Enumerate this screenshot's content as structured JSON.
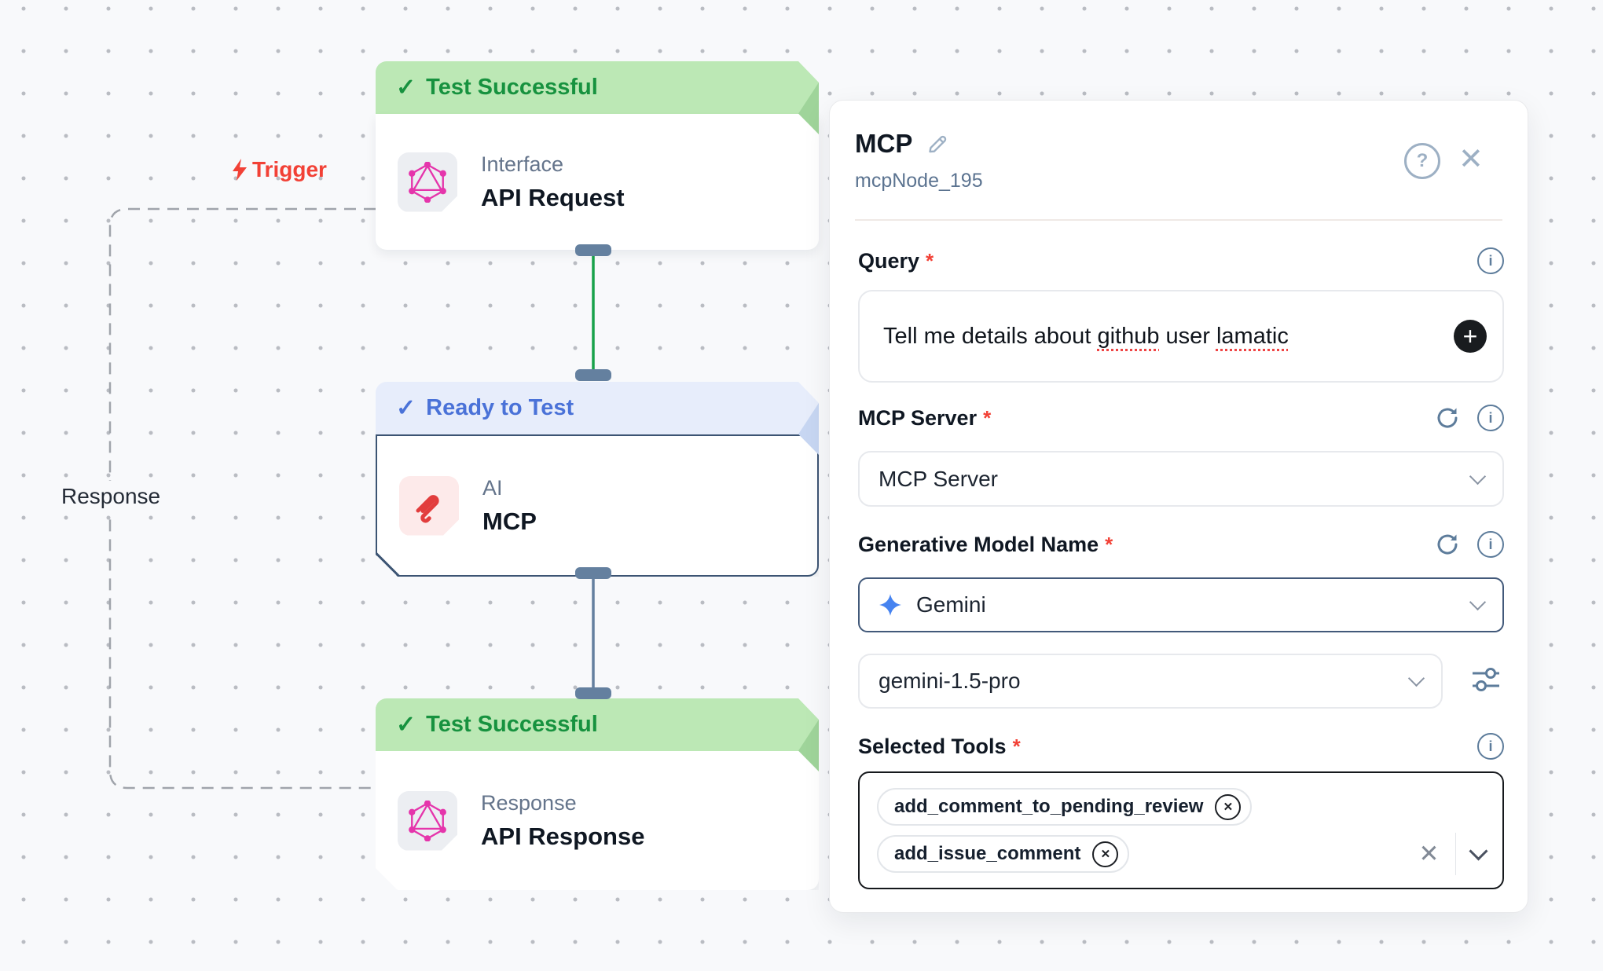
{
  "canvas": {
    "trigger": {
      "label": "Trigger"
    },
    "response_edge_label": "Response",
    "nodes": [
      {
        "status": "Test Successful",
        "category": "Interface",
        "title": "API Request",
        "icon": "graphql-icon"
      },
      {
        "status": "Ready to Test",
        "category": "AI",
        "title": "MCP",
        "icon": "mcp-icon"
      },
      {
        "status": "Test Successful",
        "category": "Response",
        "title": "API Response",
        "icon": "graphql-icon"
      }
    ]
  },
  "panel": {
    "title": "MCP",
    "subtitle": "mcpNode_195",
    "required_marker": "*",
    "query": {
      "label": "Query",
      "text_before": "Tell me details about ",
      "misspelled_1": "github",
      "text_middle": " user ",
      "misspelled_2": "lamatic"
    },
    "mcp_server": {
      "label": "MCP Server",
      "value": "MCP Server"
    },
    "model": {
      "label": "Generative Model Name",
      "provider": "Gemini",
      "model_name": "gemini-1.5-pro"
    },
    "tools": {
      "label": "Selected Tools",
      "items": [
        "add_comment_to_pending_review",
        "add_issue_comment"
      ]
    }
  },
  "icons": {
    "check": "✓",
    "close": "✕",
    "question": "?",
    "info": "i",
    "plus": "+",
    "remove_x": "✕",
    "clear_x": "✕"
  },
  "colors": {
    "success_bg": "#bce8b5",
    "success_text": "#17923f",
    "ready_bg": "#e7edfb",
    "ready_text": "#4a72d8",
    "accent_red": "#f24136",
    "edge_green": "#18a24b",
    "edge_slate": "#64809f",
    "graphql_pink": "#e535ab",
    "mcp_red": "#e23d3d",
    "gemini_blue": "#4683f0"
  }
}
